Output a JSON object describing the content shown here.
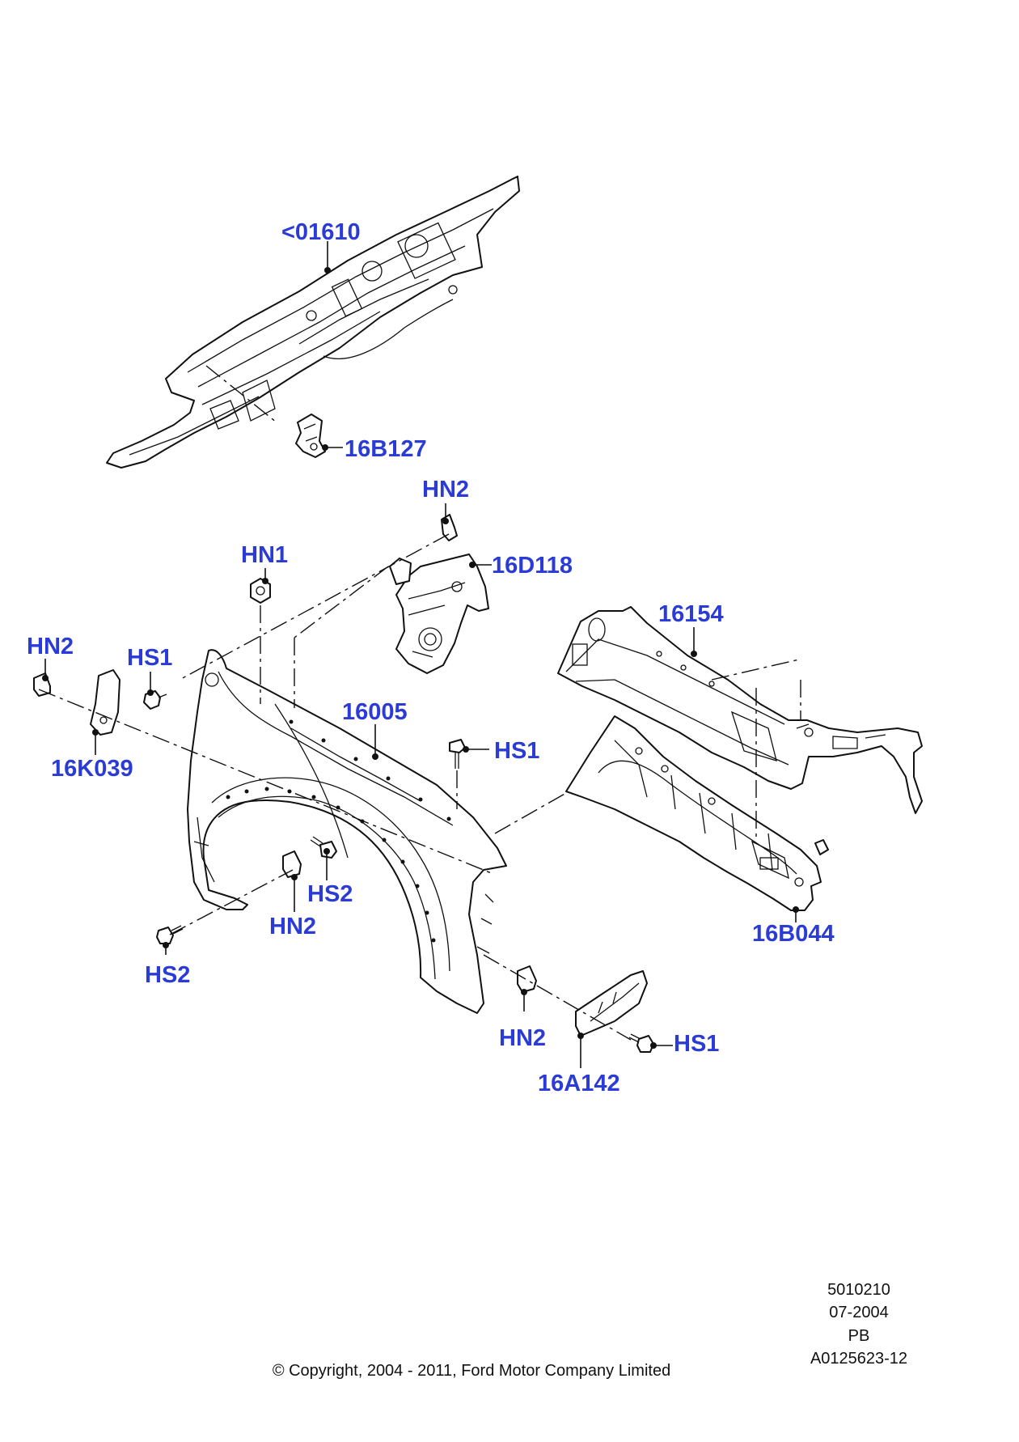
{
  "colors": {
    "callout": "#2b3bd6",
    "line": "#111111",
    "background": "#ffffff"
  },
  "callouts": {
    "c01610": "<01610",
    "c16b127": "16B127",
    "hn2_top": "HN2",
    "c16d118": "16D118",
    "hn1": "HN1",
    "c16154": "16154",
    "hn2_left": "HN2",
    "hs1_left": "HS1",
    "c16005": "16005",
    "hs1_mid": "HS1",
    "c16k039": "16K039",
    "hs2_mid": "HS2",
    "hn2_mid": "HN2",
    "c16b044": "16B044",
    "hs2_low": "HS2",
    "hn2_low": "HN2",
    "hs1_low": "HS1",
    "c16a142": "16A142"
  },
  "footer": {
    "code_lines": [
      "5010210",
      "07-2004",
      "PB",
      "A0125623-12"
    ],
    "copyright": "© Copyright, 2004 - 2011, Ford Motor Company Limited"
  }
}
